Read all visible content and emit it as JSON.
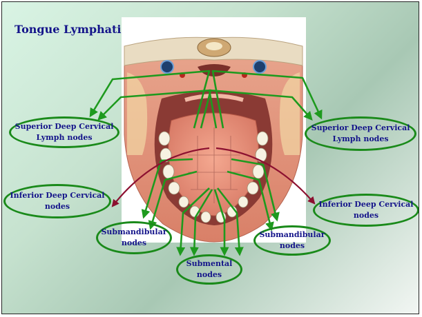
{
  "slide": {
    "title": "Tongue Lymphatics",
    "colors": {
      "title_text": "#14148a",
      "label_text": "#14148a",
      "node_border": "#1a8a1a",
      "green_arrow": "#1e9a1e",
      "red_arrow": "#8c1030"
    }
  },
  "labels": {
    "superior_left": {
      "line1": "Superior Deep Cervical",
      "line2": "Lymph nodes"
    },
    "superior_right": {
      "line1": "Superior Deep Cervical",
      "line2": "Lymph nodes"
    },
    "inferior_left": {
      "line1": "Inferior Deep Cervical",
      "line2": "nodes"
    },
    "inferior_right": {
      "line1": "Inferior Deep Cervical",
      "line2": "nodes"
    },
    "submandibular_left": {
      "line1": "Submandibular",
      "line2": "nodes"
    },
    "submandibular_right": {
      "line1": "Submandibular",
      "line2": "nodes"
    },
    "submental": {
      "line1": "Submental",
      "line2": "nodes"
    }
  }
}
